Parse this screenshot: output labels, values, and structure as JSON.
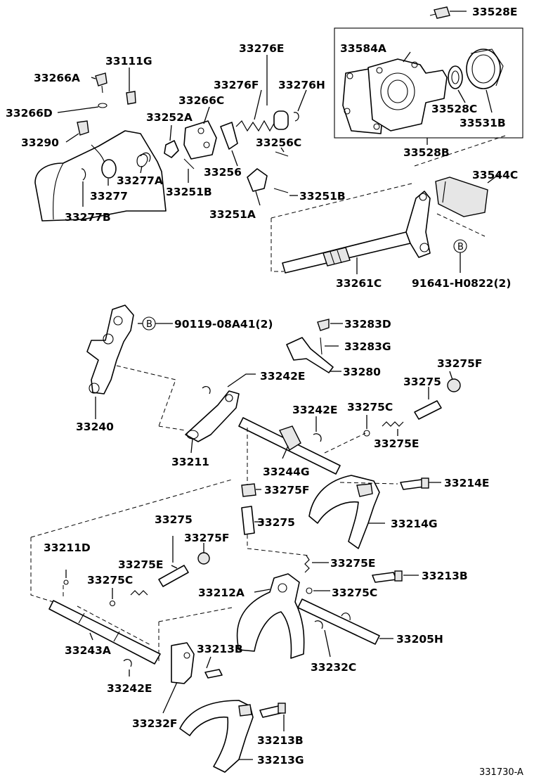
{
  "diagram": {
    "drawing_code": "331730-A",
    "bolt_marker": "B",
    "labels": {
      "p33528E": "33528E",
      "p33584A": "33584A",
      "p33528C": "33528C",
      "p33531B": "33531B",
      "p33528B": "33528B",
      "p33276E": "33276E",
      "p33111G": "33111G",
      "p33266A": "33266A",
      "p33276F": "33276F",
      "p33276H": "33276H",
      "p33266C": "33266C",
      "p33266D": "33266D",
      "p33252A": "33252A",
      "p33256C": "33256C",
      "p33290": "33290",
      "p33277A": "33277A",
      "p33256": "33256",
      "p33544C": "33544C",
      "p33277": "33277",
      "p33251B_a": "33251B",
      "p33251B_b": "33251B",
      "p33277B": "33277B",
      "p33251A": "33251A",
      "p33261C": "33261C",
      "p91641": "91641-H0822(2)",
      "p90119": "90119-08A41(2)",
      "p33283D": "33283D",
      "p33283G": "33283G",
      "p33242E_a": "33242E",
      "p33280": "33280",
      "p33275F_a": "33275F",
      "p33275_a": "33275",
      "p33240": "33240",
      "p33242E_b": "33242E",
      "p33275C_a": "33275C",
      "p33275E_a": "33275E",
      "p33211": "33211",
      "p33244G": "33244G",
      "p33214E": "33214E",
      "p33275F_b": "33275F",
      "p33214G": "33214G",
      "p33275_b": "33275",
      "p33275_c": "33275",
      "p33275F_c": "33275F",
      "p33211D": "33211D",
      "p33275E_b": "33275E",
      "p33275E_c": "33275E",
      "p33213B_a": "33213B",
      "p33275C_b": "33275C",
      "p33212A": "33212A",
      "p33275C_c": "33275C",
      "p33205H": "33205H",
      "p33213B_b": "33213B",
      "p33243A": "33243A",
      "p33232C": "33232C",
      "p33242E_c": "33242E",
      "p33232F": "33232F",
      "p33213B_c": "33213B",
      "p33213G": "33213G"
    }
  }
}
